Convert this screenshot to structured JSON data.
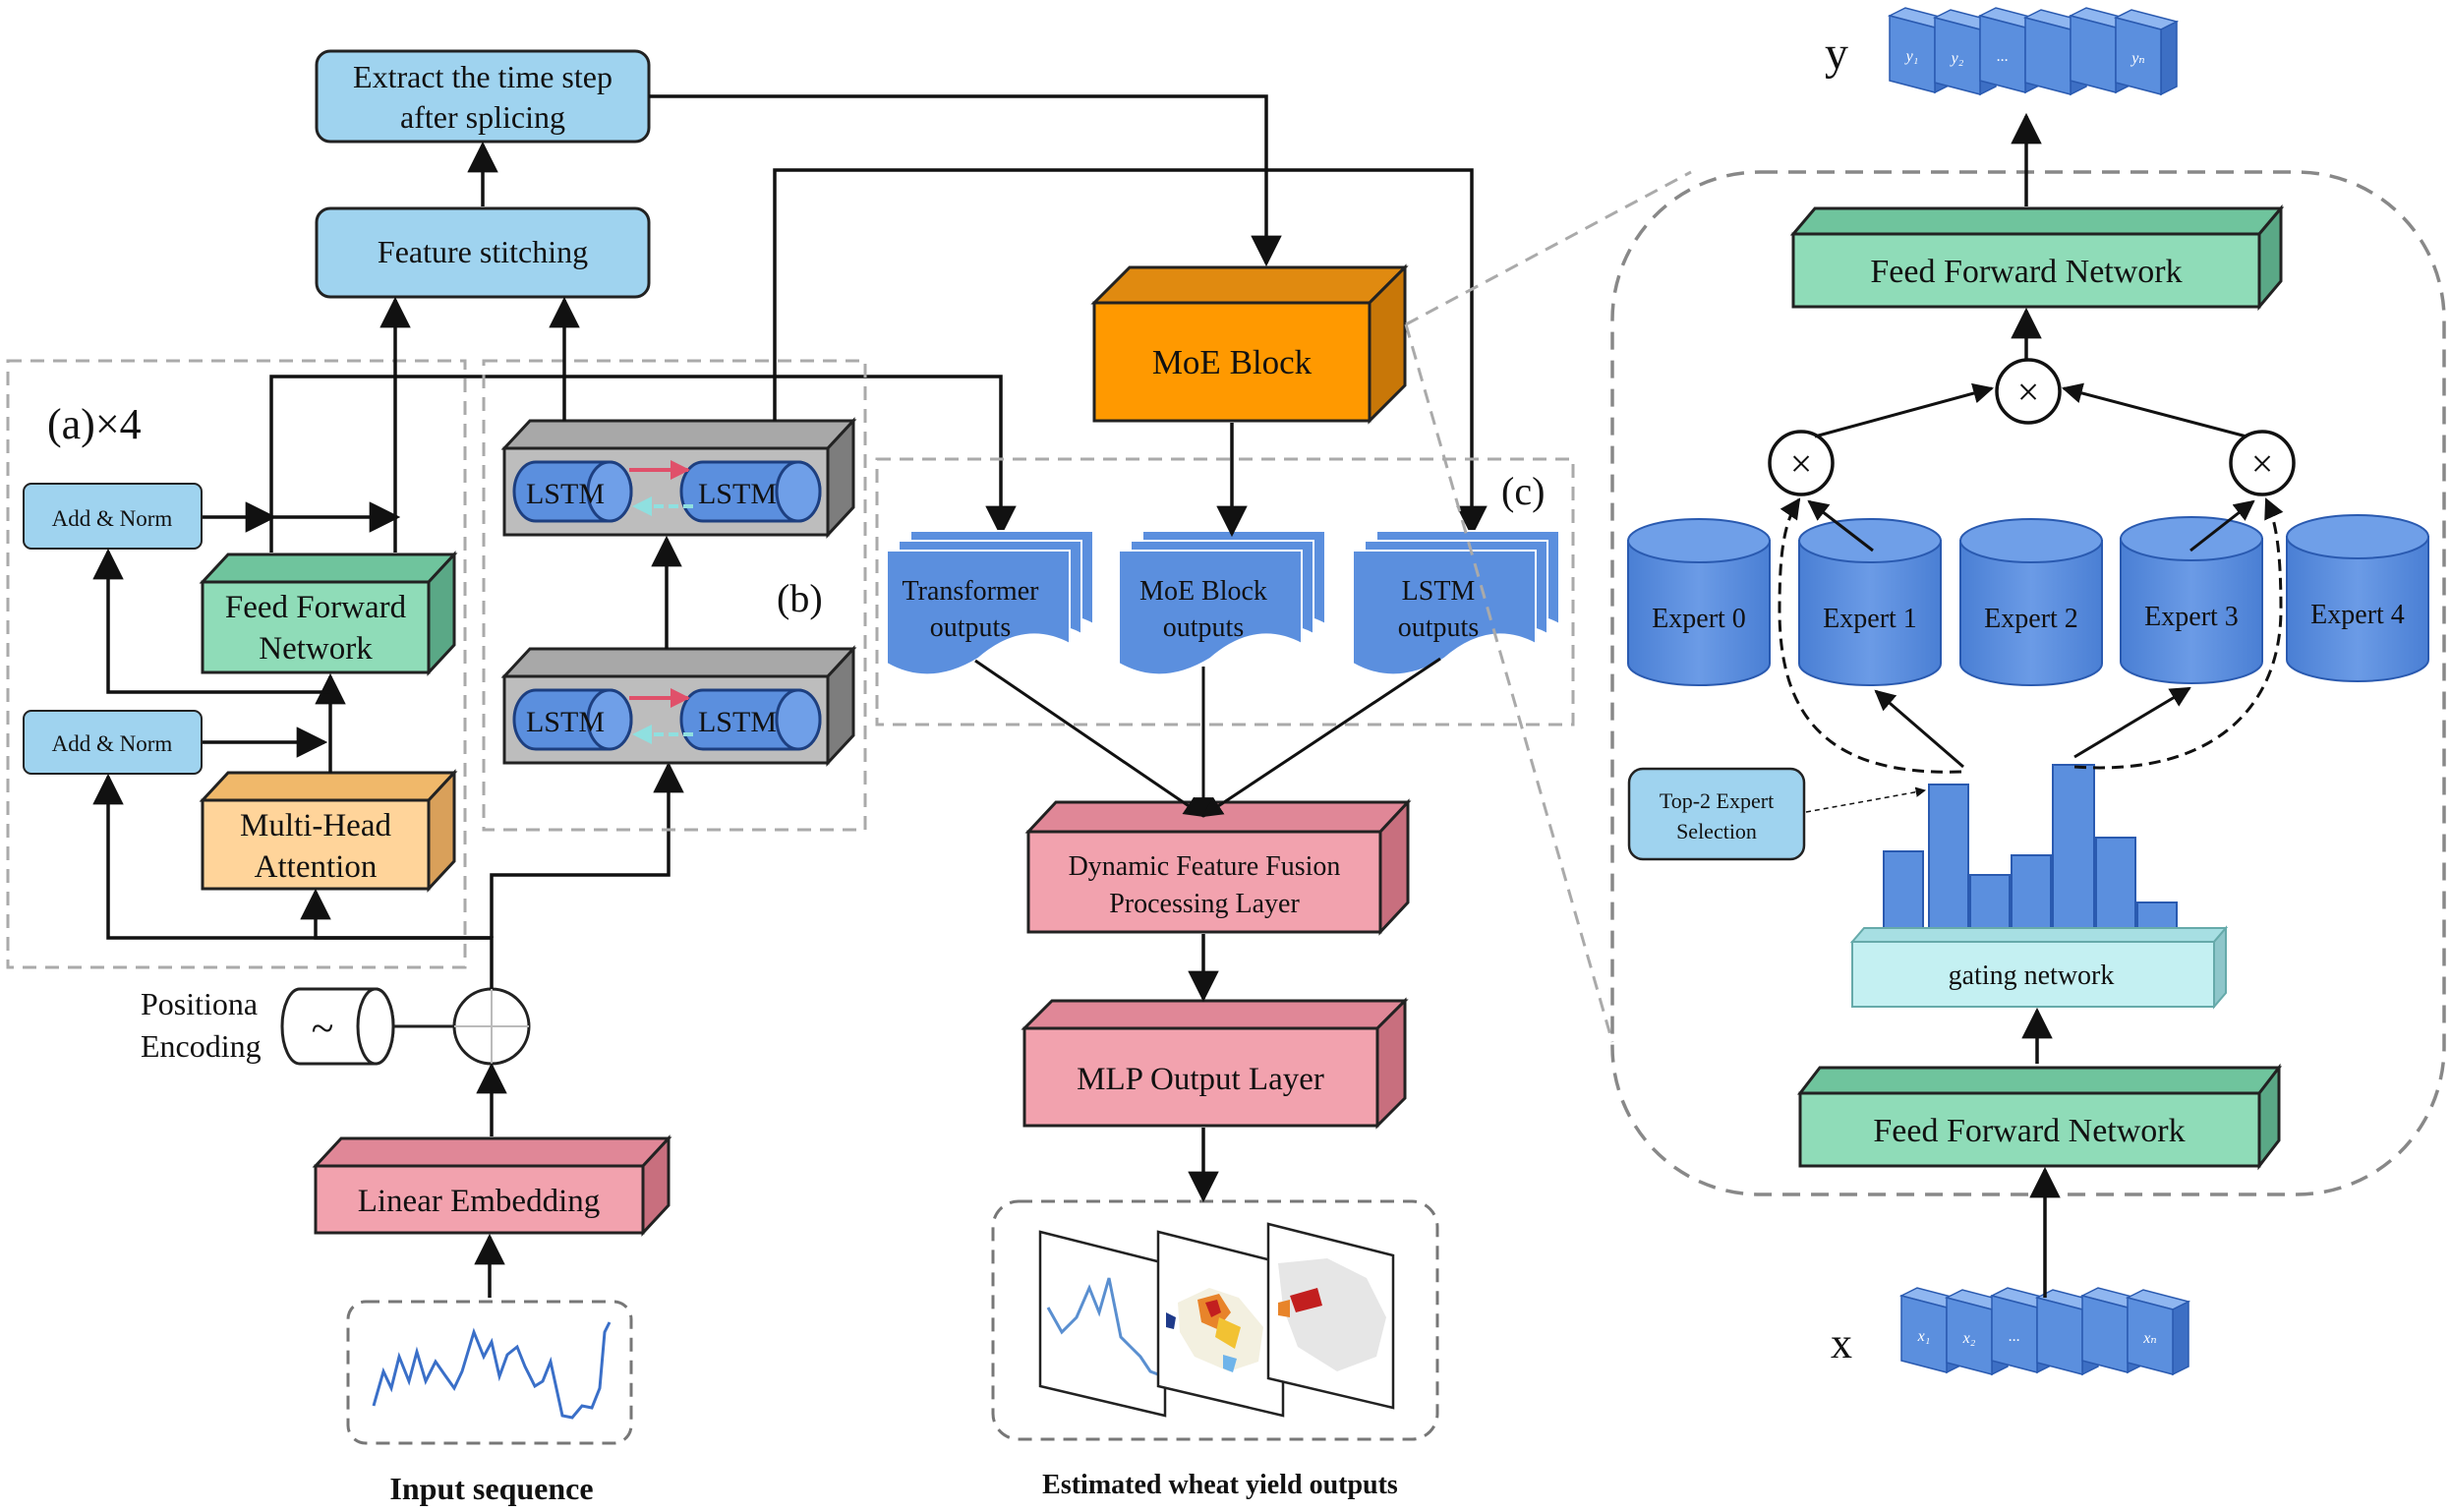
{
  "left": {
    "extract_label_1": "Extract the time step",
    "extract_label_2": "after splicing",
    "feature_stitching": "Feature stitching",
    "section_a": "(a)×4",
    "add_norm_top": "Add & Norm",
    "add_norm_bottom": "Add & Norm",
    "ffn_1": "Feed Forward",
    "ffn_2": "Network",
    "mha_1": "Multi-Head",
    "mha_2": "Attention",
    "pos_enc_1": "Positiona",
    "pos_enc_2": "Encoding",
    "tilde": "~",
    "linear_embedding": "Linear Embedding",
    "input_caption": "Input sequence"
  },
  "lstm": {
    "section_b": "(b)",
    "cell_label": "LSTM"
  },
  "middle": {
    "moe_block": "MoE Block",
    "section_c": "(c)",
    "transformer_out_1": "Transformer",
    "transformer_out_2": "outputs",
    "moe_out_1": "MoE Block",
    "moe_out_2": "outputs",
    "lstm_out_1": "LSTM",
    "lstm_out_2": "outputs",
    "fusion_1": "Dynamic Feature Fusion",
    "fusion_2": "Processing Layer",
    "mlp": "MLP Output Layer",
    "output_caption": "Estimated wheat yield outputs"
  },
  "moe_detail": {
    "y_label": "y",
    "x_label": "x",
    "ffn_top": "Feed Forward Network",
    "ffn_bottom": "Feed Forward Network",
    "multiply": "×",
    "experts": [
      "Expert 0",
      "Expert 1",
      "Expert 2",
      "Expert 3",
      "Expert 4"
    ],
    "top2_1": "Top-2 Expert",
    "top2_2": "Selection",
    "gating": "gating network",
    "y_tokens": [
      "y₁",
      "y₂",
      "...",
      "yₙ"
    ],
    "x_tokens": [
      "x₁",
      "x₂",
      "...",
      "xₙ"
    ]
  },
  "colors": {
    "blue_box": "#9fd3ef",
    "green_box": "#8fdcb8",
    "orange_box": "#ffd49a",
    "pink_box": "#f2a2ae",
    "moe_orange": "#ff9900",
    "expert_blue": "#5b8fde",
    "gating_cyan": "#c4f0f2"
  }
}
